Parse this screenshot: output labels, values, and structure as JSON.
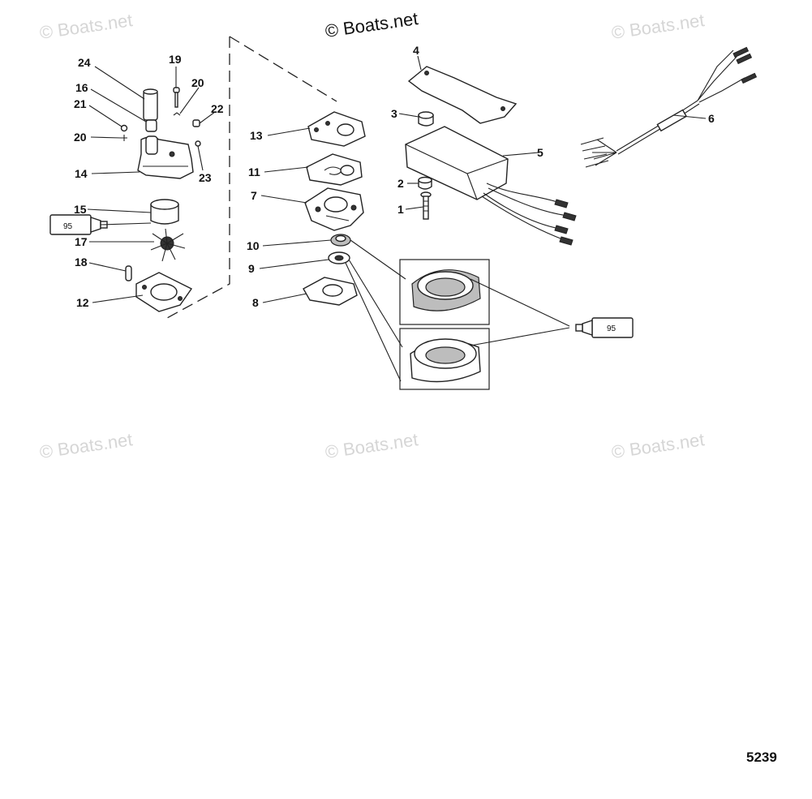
{
  "watermarks": {
    "main": "© Boats.net",
    "faint": [
      "© Boats.net",
      "© Boats.net",
      "© Boats.net",
      "© Boats.net",
      "© Boats.net"
    ]
  },
  "tube_label": "95",
  "figure_number": "5239",
  "callouts": {
    "c1": "1",
    "c2": "2",
    "c3": "3",
    "c4": "4",
    "c5": "5",
    "c6": "6",
    "c7": "7",
    "c8": "8",
    "c9": "9",
    "c10": "10",
    "c11": "11",
    "c12": "12",
    "c13": "13",
    "c14": "14",
    "c15": "15",
    "c16": "16",
    "c17": "17",
    "c18": "18",
    "c19": "19",
    "c20a": "20",
    "c20b": "20",
    "c21": "21",
    "c22": "22",
    "c23": "23",
    "c24": "24"
  }
}
